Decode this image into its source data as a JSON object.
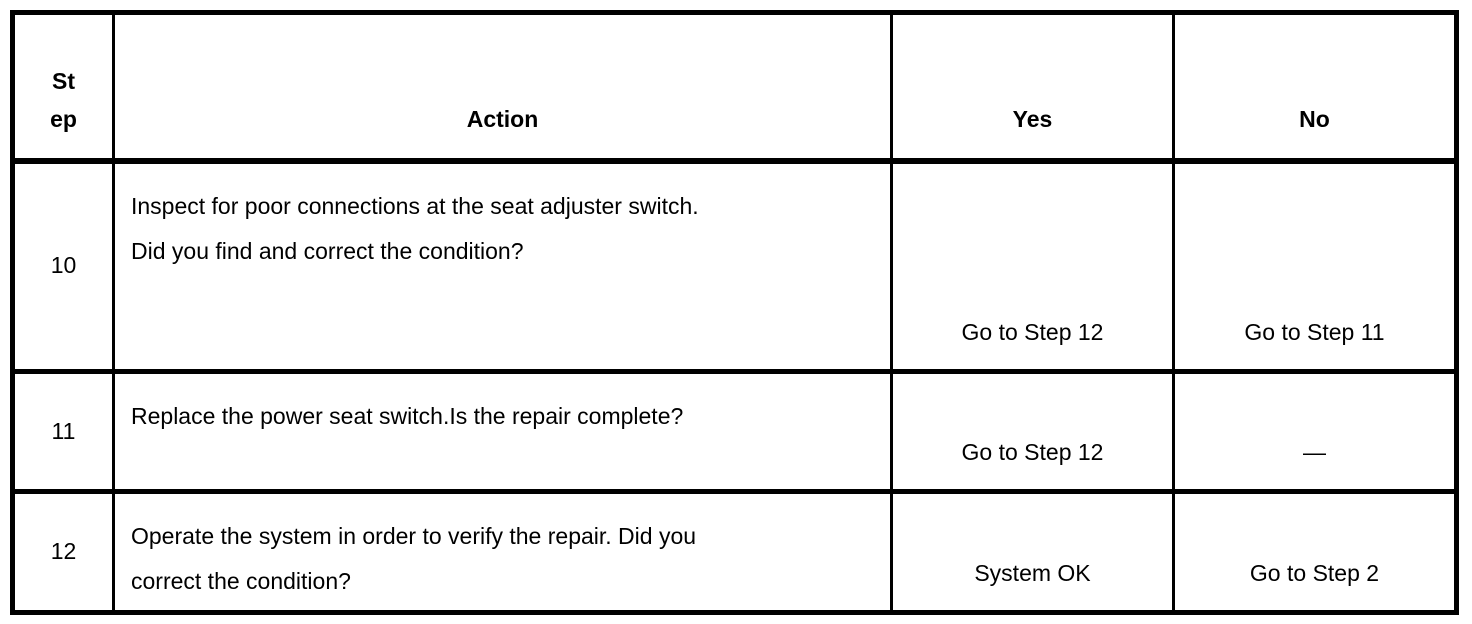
{
  "colors": {
    "border": "#000000",
    "text": "#000000",
    "background": "#ffffff"
  },
  "table": {
    "columns": {
      "step_line1": "St",
      "step_line2": "ep",
      "action": "Action",
      "yes": "Yes",
      "no": "No"
    },
    "rows": [
      {
        "step": "10",
        "action_lines": [
          "Inspect for poor connections at the seat adjuster switch.",
          "Did you find and correct the condition?"
        ],
        "yes": "Go to Step 12",
        "no": "Go to Step 11"
      },
      {
        "step": "11",
        "action_lines": [
          "Replace the power seat switch.Is the repair complete?"
        ],
        "yes": "Go to Step 12",
        "no": "—"
      },
      {
        "step": "12",
        "action_lines": [
          "Operate the system in order to verify the repair. Did you",
          "correct the condition?"
        ],
        "yes": "System OK",
        "no": "Go to Step 2"
      }
    ]
  }
}
